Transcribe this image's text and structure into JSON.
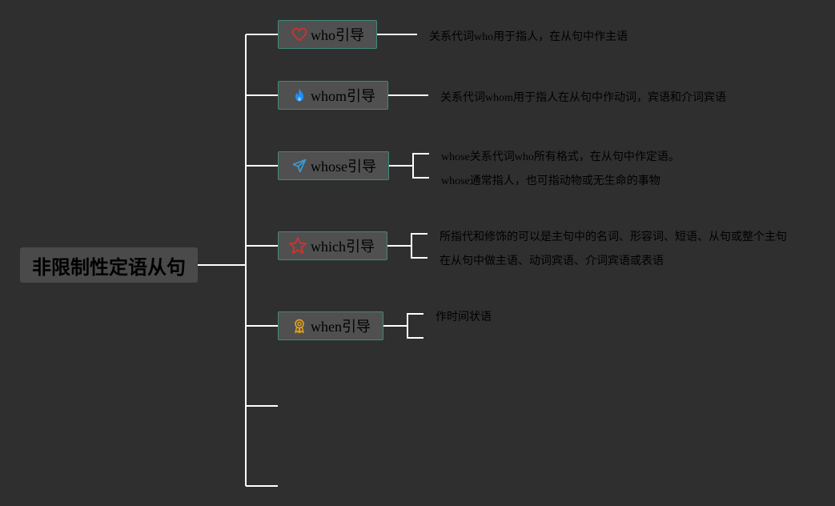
{
  "root": {
    "label": "非限制性定语从句"
  },
  "branches": [
    {
      "label": "who引导",
      "icon": "heart-icon",
      "icon_color": "#d03030",
      "details": [
        "关系代词who用于指人，在从句中作主语"
      ]
    },
    {
      "label": "whom引导",
      "icon": "fire-icon",
      "icon_color": "#1e90ff",
      "details": [
        "关系代词whom用于指人在从句中作动词，宾语和介词宾语"
      ]
    },
    {
      "label": "whose引导",
      "icon": "paper-plane-icon",
      "icon_color": "#3a9bd6",
      "details": [
        "whose关系代词who所有格式，在从句中作定语。",
        "whose通常指人，也可指动物或无生命的事物"
      ]
    },
    {
      "label": "which引导",
      "icon": "star-icon",
      "icon_color": "#d03030",
      "details": [
        "所指代和修饰的可以是主句中的名词、形容词、短语、从句或整个主句",
        "在从句中做主语、动词宾语、介词宾语或表语"
      ]
    },
    {
      "label": "when引导",
      "icon": "award-ribbon-icon",
      "icon_color": "#e0a020",
      "details": [
        "作时间状语",
        ""
      ]
    }
  ],
  "colors": {
    "background": "#2f2f2f",
    "connector": "#ffffff",
    "node_border": "#3e8a7a"
  }
}
